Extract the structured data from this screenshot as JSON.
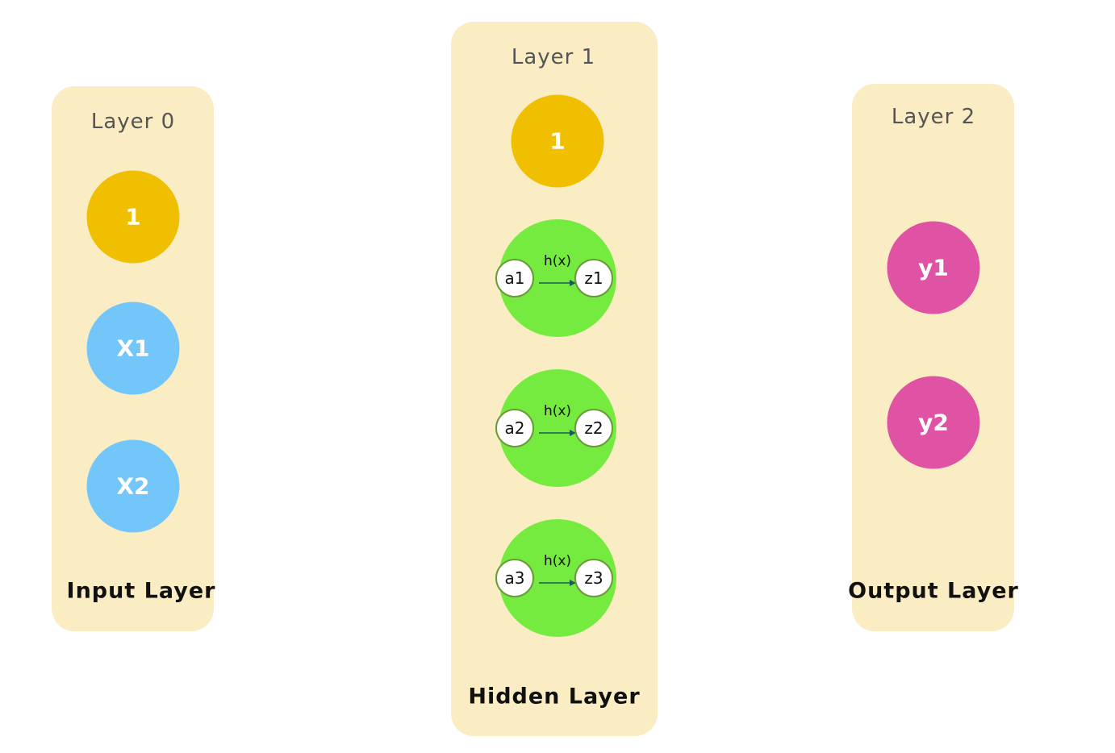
{
  "colors": {
    "panel": "#faedc4",
    "bias": "#efbf00",
    "input": "#73c6fa",
    "hidden": "#75eb3f",
    "output": "#e052a3"
  },
  "layers": [
    {
      "title": "Layer 0",
      "caption": "Input Layer",
      "nodes": [
        "1",
        "X1",
        "X2"
      ]
    },
    {
      "title": "Layer 1",
      "caption": "Hidden Layer",
      "bias": "1",
      "units": [
        {
          "in": "a1",
          "fn": "h(x)",
          "out": "z1"
        },
        {
          "in": "a2",
          "fn": "h(x)",
          "out": "z2"
        },
        {
          "in": "a3",
          "fn": "h(x)",
          "out": "z3"
        }
      ]
    },
    {
      "title": "Layer 2",
      "caption": "Output Layer",
      "nodes": [
        "y1",
        "y2"
      ]
    }
  ]
}
